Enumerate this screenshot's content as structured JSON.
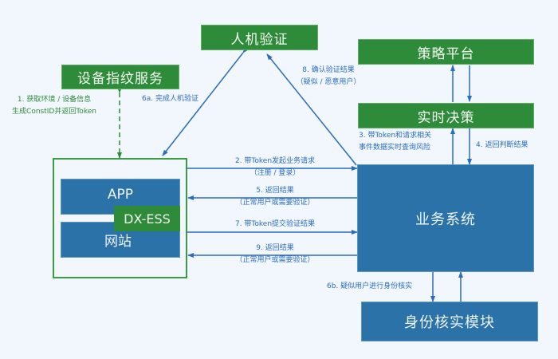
{
  "nodes": {
    "captcha": "人机验证",
    "device_fp": "设备指纹服务",
    "strategy": "策略平台",
    "realtime": "实时决策",
    "business": "业务系统",
    "identity": "身份核实模块",
    "app": "APP",
    "website": "网站",
    "sdk": "DX-ESS"
  },
  "edges": {
    "step1_line1": "1. 获取环境 / 设备信息",
    "step1_line2": "生成ConstID并返回Token",
    "step2_line1": "2. 带Token发起业务请求",
    "step2_line2": "（注册 / 登录）",
    "step3_line1": "3. 带Token和请求相关",
    "step3_line2": "事件数据实时查询风险",
    "step4": "4. 返回判断结果",
    "step5_line1": "5. 返回结果",
    "step5_line2": "（正常用户或需要验证）",
    "step6a": "6a. 完成人机验证",
    "step6b": "6b. 疑似用户进行身份核实",
    "step7": "7. 带Token提交验证结果",
    "step8_line1": "8. 确认验证结果",
    "step8_line2": "（疑似 / 恶意用户）",
    "step9_line1": "9. 返回结果",
    "step9_line2": "（正常用户或需要验证）"
  },
  "colors": {
    "green": "#2e8b3a",
    "blue": "#2a72a8",
    "arrow": "#2b6cc0",
    "background": "#f2f7fd"
  }
}
